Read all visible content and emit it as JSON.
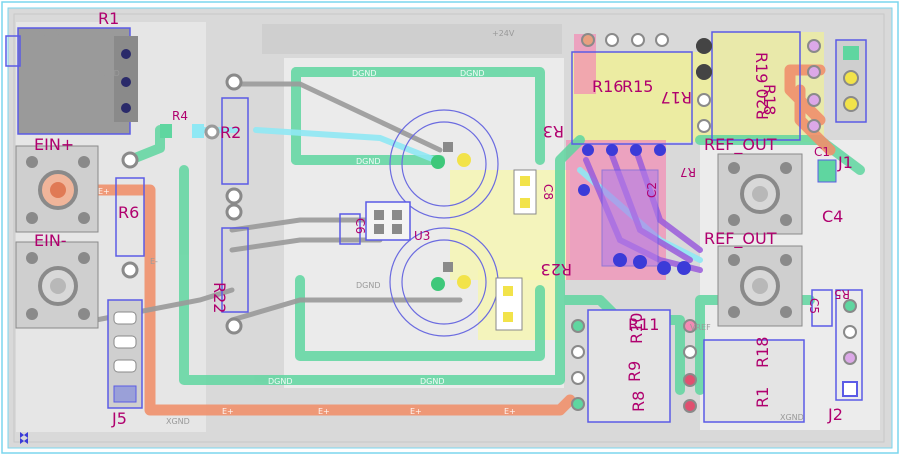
{
  "board": {
    "colors": {
      "board_fill": "#d9d9d9",
      "board_edge": "#7ad6ee",
      "ground_pour": "#efefef",
      "pad": "#9a9a9a",
      "green_trace": "#5fd6a0",
      "red_trace": "#f0906c",
      "cyan_trace": "#8fe8f4",
      "gray_trace": "#9a9a9a",
      "purple_pad": "#9a5cdc",
      "blue_outline": "#5b5be6",
      "label_magenta": "#b0006e",
      "yellow_zone": "#f4f48a",
      "pink_zone": "#f48ab4"
    },
    "components": {
      "r1": "R1",
      "r2": "R2",
      "r4": "R4",
      "r6": "R6",
      "r22": "R22",
      "r3": "R3",
      "r23": "R23",
      "r7": "R7",
      "r5": "R5",
      "r15": "R15",
      "r16": "R16",
      "r17": "R17",
      "r18_top": "R18",
      "r19": "R19",
      "r20": "R20",
      "r8": "R8",
      "r9": "R9",
      "r10": "R10",
      "r11": "R11",
      "r18_bottom": "R18",
      "r1_bottom": "R1",
      "c1": "C1",
      "c2": "C2",
      "c4": "C4",
      "c5": "C5",
      "c6": "C6",
      "c8": "C8",
      "j1": "J1",
      "j2": "J2",
      "j5": "J5",
      "u3": "U3",
      "ein_plus": "EIN+",
      "ein_minus": "EIN-",
      "ref_out_top": "REF_OUT",
      "ref_out_bottom": "REF_OUT"
    },
    "nets": {
      "xgnd": "XGND",
      "dgnd": "DGND",
      "v24": "+24V",
      "eplus": "E+",
      "eminus": "E-",
      "vref": "VREF"
    }
  }
}
